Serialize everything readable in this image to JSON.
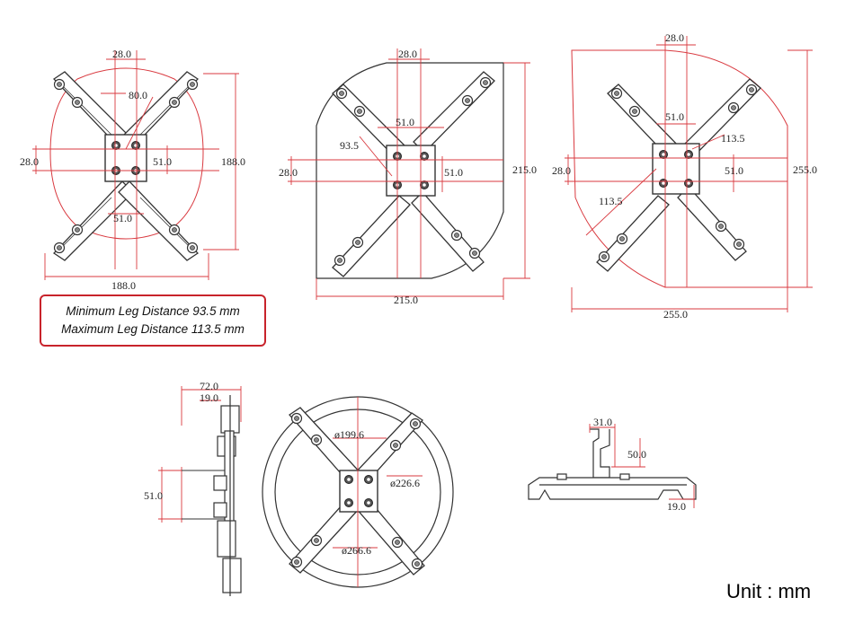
{
  "views": {
    "plate_188": {
      "d_center": "28.0",
      "d_arm": "80.0",
      "d_left": "28.0",
      "d_right": "51.0",
      "d_bottom_inner": "51.0",
      "d_height": "188.0",
      "d_width": "188.0"
    },
    "plate_215": {
      "d_center": "28.0",
      "d_inner_top": "51.0",
      "d_leg": "93.5",
      "d_left": "28.0",
      "d_right": "51.0",
      "d_height": "215.0",
      "d_width": "215.0"
    },
    "plate_255": {
      "d_center": "28.0",
      "d_inner_top": "51.0",
      "d_leg_top": "113.5",
      "d_leg_bottom": "113.5",
      "d_left": "28.0",
      "d_right": "51.0",
      "d_height": "255.0",
      "d_width": "255.0"
    },
    "side_view": {
      "d_top": "72.0",
      "d_offset": "19.0",
      "d_mid": "51.0"
    },
    "round_view": {
      "d_inner": "ø199.6",
      "d_mid": "ø226.6",
      "d_outer": "ø266.6"
    },
    "profile_view": {
      "d_top": "31.0",
      "d_height": "50.0",
      "d_bottom": "19.0"
    }
  },
  "note": {
    "line1": "Minimum Leg Distance 93.5 mm",
    "line2": "Maximum Leg Distance 113.5 mm",
    "border_color": "#c8232b"
  },
  "unit_label": "Unit : mm",
  "colors": {
    "dimension": "#d9393f",
    "drawing": "#333333"
  }
}
